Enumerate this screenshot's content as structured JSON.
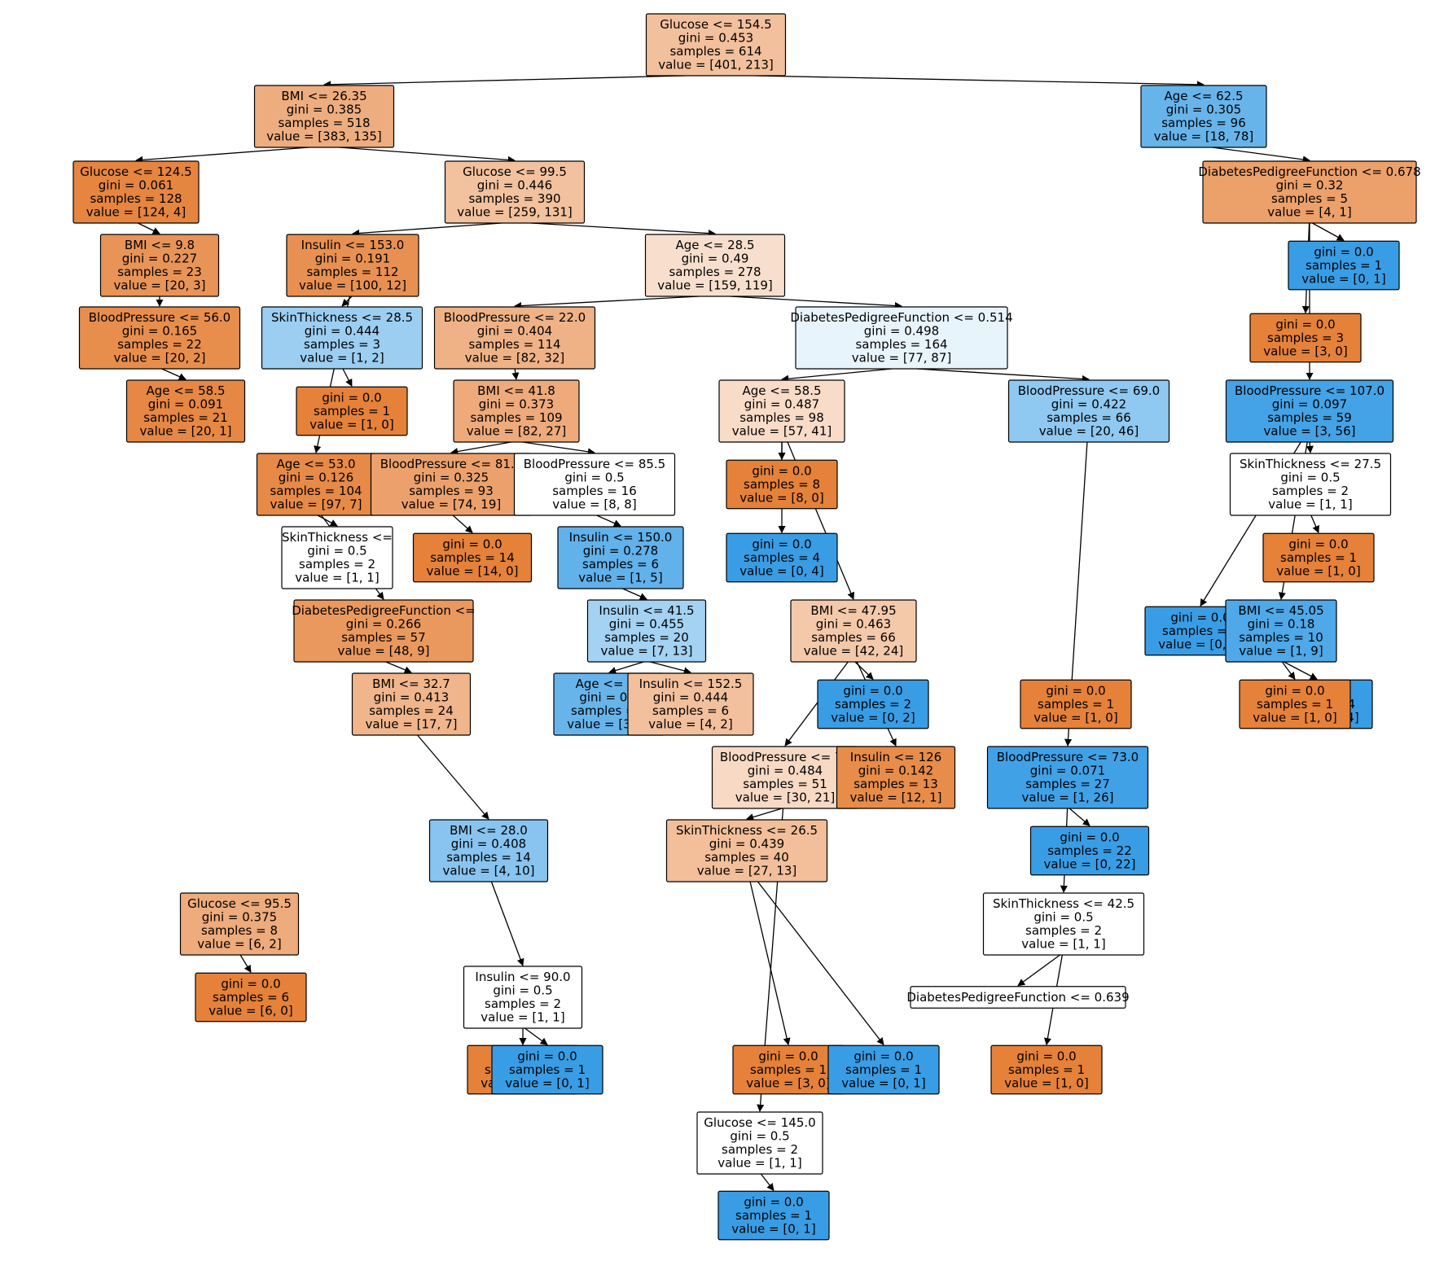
{
  "colors": {
    "orange": "#e58139",
    "blue": "#399de5",
    "white": "#ffffff"
  },
  "nodes": [
    {
      "id": "n0",
      "lines": [
        "Glucose <= 154.5",
        "gini = 0.453",
        "samples = 614",
        "value = [401, 213]"
      ],
      "color": "#f2c09c"
    },
    {
      "id": "n1",
      "lines": [
        "BMI <= 26.35",
        "gini = 0.385",
        "samples = 518",
        "value = [383, 135]"
      ],
      "color": "#eead7f"
    },
    {
      "id": "n2",
      "lines": [
        "Age <= 62.5",
        "gini = 0.305",
        "samples = 96",
        "value = [18, 78]"
      ],
      "color": "#67b4eb"
    },
    {
      "id": "n3",
      "lines": [
        "Glucose <= 124.5",
        "gini = 0.061",
        "samples = 128",
        "value = [124, 4]"
      ],
      "color": "#e6853f"
    },
    {
      "id": "n4",
      "lines": [
        "Glucose <= 99.5",
        "gini = 0.446",
        "samples = 390",
        "value = [259, 131]"
      ],
      "color": "#f2c19d"
    },
    {
      "id": "n5",
      "lines": [
        "Insulin <= 153.0",
        "gini = 0.191",
        "samples = 112",
        "value = [100, 12]"
      ],
      "color": "#e89051"
    },
    {
      "id": "n6",
      "lines": [
        "Age <= 28.5",
        "gini = 0.49",
        "samples = 278",
        "value = [159, 119]"
      ],
      "color": "#f8dfcd"
    },
    {
      "id": "n7",
      "lines": [
        "BloodPressure <= 22.0",
        "gini = 0.404",
        "samples = 114",
        "value = [82, 32]"
      ],
      "color": "#efb286"
    },
    {
      "id": "n8",
      "lines": [
        "DiabetesPedigreeFunction <= 0.514",
        "gini = 0.498",
        "samples = 164",
        "value = [77, 87]"
      ],
      "color": "#e8f4fc"
    },
    {
      "id": "n9",
      "lines": [
        "BMI <= 9.8",
        "gini = 0.227",
        "samples = 23",
        "value = [20, 3]"
      ],
      "color": "#e99457"
    },
    {
      "id": "n10",
      "lines": [
        "BloodPressure <= 56.0",
        "gini = 0.165",
        "samples = 22",
        "value = [20, 2]"
      ],
      "color": "#e88e4d"
    },
    {
      "id": "n11",
      "lines": [
        "Age <= 58.5",
        "gini = 0.091",
        "samples = 21",
        "value = [20, 1]"
      ],
      "color": "#e68743"
    },
    {
      "id": "n12",
      "lines": [
        "SkinThickness <= 28.5",
        "gini = 0.444",
        "samples = 3",
        "value = [1, 2]"
      ],
      "color": "#9ccef2"
    },
    {
      "id": "n13",
      "lines": [
        "gini = 0.0",
        "samples = 1",
        "value = [1, 0]"
      ],
      "color": "#e58139"
    },
    {
      "id": "n14",
      "lines": [
        "Age <= 53.0",
        "gini = 0.126",
        "samples = 104",
        "value = [97, 7]"
      ],
      "color": "#e78a47"
    },
    {
      "id": "n15",
      "lines": [
        "BMI <= 41.8",
        "gini = 0.373",
        "samples = 109",
        "value = [82, 27]"
      ],
      "color": "#eeaa7a"
    },
    {
      "id": "n16",
      "lines": [
        "BloodPressure <= 81.0",
        "gini = 0.325",
        "samples = 93",
        "value = [74, 19]"
      ],
      "color": "#eca16c"
    },
    {
      "id": "n17",
      "lines": [
        "BloodPressure <= 85.5",
        "gini = 0.5",
        "samples = 16",
        "value = [8, 8]"
      ],
      "color": "#ffffff"
    },
    {
      "id": "n18",
      "lines": [
        "SkinThickness <=",
        "gini = 0.5",
        "samples = 2",
        "value = [1, 1]"
      ],
      "color": "#ffffff"
    },
    {
      "id": "n19",
      "lines": [
        "gini = 0.0",
        "samples = 14",
        "value = [14, 0]"
      ],
      "color": "#e58139"
    },
    {
      "id": "n20",
      "lines": [
        "Insulin <= 150.0",
        "gini = 0.278",
        "samples = 6",
        "value = [1, 5]"
      ],
      "color": "#61b1ea"
    },
    {
      "id": "n21",
      "lines": [
        "Insulin <= 41.5",
        "gini = 0.455",
        "samples = 20",
        "value = [7, 13]"
      ],
      "color": "#a4d2f3"
    },
    {
      "id": "n22",
      "lines": [
        "DiabetesPedigreeFunction <=",
        "gini = 0.266",
        "samples = 57",
        "value = [48, 9]"
      ],
      "color": "#ea995e"
    },
    {
      "id": "n23",
      "lines": [
        "Age <= 58.5",
        "gini = 0.487",
        "samples = 98",
        "value = [57, 41]"
      ],
      "color": "#f8dcc8"
    },
    {
      "id": "n24",
      "lines": [
        "BloodPressure <= 69.0",
        "gini = 0.422",
        "samples = 66",
        "value = [20, 46]"
      ],
      "color": "#8fc8f0"
    },
    {
      "id": "n25",
      "lines": [
        "gini = 0.0",
        "samples = 8",
        "value = [8, 0]"
      ],
      "color": "#e58139"
    },
    {
      "id": "n26",
      "lines": [
        "gini = 0.0",
        "samples = 4",
        "value = [0, 4]"
      ],
      "color": "#399de5"
    },
    {
      "id": "n27",
      "lines": [
        "BMI <= 47.95",
        "gini = 0.463",
        "samples = 66",
        "value = [42, 24]"
      ],
      "color": "#f4c9aa"
    },
    {
      "id": "n28",
      "lines": [
        "gini = 0.0",
        "samples = 2",
        "value = [0, 2]"
      ],
      "color": "#399de5"
    },
    {
      "id": "n29",
      "lines": [
        "DiabetesPedigreeFunction <= 0.678",
        "gini = 0.32",
        "samples = 5",
        "value = [4, 1]"
      ],
      "color": "#eca06a"
    },
    {
      "id": "n30",
      "lines": [
        "gini = 0.0",
        "samples = 1",
        "value = [0, 1]"
      ],
      "color": "#399de5"
    },
    {
      "id": "n31",
      "lines": [
        "gini = 0.0",
        "samples = 3",
        "value = [3, 0]"
      ],
      "color": "#e58139"
    },
    {
      "id": "n32",
      "lines": [
        "BloodPressure <= 107.0",
        "gini = 0.097",
        "samples = 59",
        "value = [3, 56]"
      ],
      "color": "#44a2e6"
    },
    {
      "id": "n33",
      "lines": [
        "SkinThickness <= 27.5",
        "gini = 0.5",
        "samples = 2",
        "value = [1, 1]"
      ],
      "color": "#ffffff"
    },
    {
      "id": "n34",
      "lines": [
        "gini = 0.0",
        "samples = 1",
        "value = [1, 0]"
      ],
      "color": "#e58139"
    },
    {
      "id": "n35",
      "lines": [
        "gini = 0.0",
        "samples = 1",
        "value = [0, 1]"
      ],
      "color": "#399de5"
    },
    {
      "id": "n36",
      "lines": [
        "BMI <= 45.05",
        "gini = 0.18",
        "samples = 10",
        "value = [1, 9]"
      ],
      "color": "#4fa8e8"
    },
    {
      "id": "n37",
      "lines": [
        "gini = 0.0",
        "samples = 4",
        "value = [0, 4]"
      ],
      "color": "#399de5"
    },
    {
      "id": "n38",
      "lines": [
        "gini = 0.0",
        "samples = 1",
        "value = [1, 0]"
      ],
      "color": "#e58139"
    },
    {
      "id": "n39",
      "lines": [
        "gini = 0.0",
        "samples = 1",
        "value = [1, 0]"
      ],
      "color": "#e58139"
    },
    {
      "id": "n40",
      "lines": [
        "BMI <= 32.7",
        "gini = 0.413",
        "samples = 24",
        "value = [17, 7]"
      ],
      "color": "#f0b58b"
    },
    {
      "id": "n41",
      "lines": [
        "Age <= 29",
        "gini = 0.3",
        "samples = 4",
        "value = [3, 1]"
      ],
      "color": "#67b4eb"
    },
    {
      "id": "n42",
      "lines": [
        "Insulin <= 152.5",
        "gini = 0.444",
        "samples = 6",
        "value = [4, 2]"
      ],
      "color": "#f2c09c"
    },
    {
      "id": "n43",
      "lines": [
        "BloodPressure <= 79",
        "gini = 0.484",
        "samples = 51",
        "value = [30, 21]"
      ],
      "color": "#f7d9c4"
    },
    {
      "id": "n44",
      "lines": [
        "Insulin <= 126",
        "gini = 0.142",
        "samples = 13",
        "value = [12, 1]"
      ],
      "color": "#e78c49"
    },
    {
      "id": "n45",
      "lines": [
        "BloodPressure <= 73.0",
        "gini = 0.071",
        "samples = 27",
        "value = [1, 26]"
      ],
      "color": "#41a1e6"
    },
    {
      "id": "n46",
      "lines": [
        "SkinThickness <= 26.5",
        "gini = 0.439",
        "samples = 40",
        "value = [27, 13]"
      ],
      "color": "#f2bf9a"
    },
    {
      "id": "n47",
      "lines": [
        "gini = 0.0",
        "samples = 22",
        "value = [0, 22]"
      ],
      "color": "#399de5"
    },
    {
      "id": "n48",
      "lines": [
        "BMI <= 28.0",
        "gini = 0.408",
        "samples = 14",
        "value = [4, 10]"
      ],
      "color": "#88c4ef"
    },
    {
      "id": "n49",
      "lines": [
        "Glucose <= 95.5",
        "gini = 0.375",
        "samples = 8",
        "value = [6, 2]"
      ],
      "color": "#eeab7b"
    },
    {
      "id": "n50",
      "lines": [
        "gini = 0.0",
        "samples = 6",
        "value = [6, 0]"
      ],
      "color": "#e58139"
    },
    {
      "id": "n51",
      "lines": [
        "SkinThickness <= 42.5",
        "gini = 0.5",
        "samples = 2",
        "value = [1, 1]"
      ],
      "color": "#ffffff"
    },
    {
      "id": "n52",
      "lines": [
        "Insulin <= 90.0",
        "gini = 0.5",
        "samples = 2",
        "value = [1, 1]"
      ],
      "color": "#ffffff"
    },
    {
      "id": "n53",
      "lines": [
        "gini = 0.0",
        "samples = 1",
        "value = [1, 0]"
      ],
      "color": "#e58139"
    },
    {
      "id": "n54",
      "lines": [
        "gini = 0.0",
        "samples = 1",
        "value = [0, 1]"
      ],
      "color": "#399de5"
    },
    {
      "id": "n55",
      "lines": [
        "gini = 0.0",
        "samples = 1",
        "value = [3, 0]"
      ],
      "color": "#e58139"
    },
    {
      "id": "n56",
      "lines": [
        "gini = 0.0",
        "samples = 1",
        "value = [0, 1]"
      ],
      "color": "#399de5"
    },
    {
      "id": "n57",
      "lines": [
        "gini = 0.0",
        "samples = 1",
        "value = [1, 0]"
      ],
      "color": "#e58139"
    },
    {
      "id": "n58",
      "lines": [
        "Glucose <= 145.0",
        "gini = 0.5",
        "samples = 2",
        "value = [1, 1]"
      ],
      "color": "#ffffff"
    },
    {
      "id": "n59",
      "lines": [
        "gini = 0.0",
        "samples = 1",
        "value = [0, 1]"
      ],
      "color": "#399de5"
    },
    {
      "id": "n60",
      "lines": [
        "DiabetesPedigreeFunction <= 0.639"
      ],
      "color": "#ffffff"
    }
  ],
  "edges": [
    [
      "n0",
      "n1"
    ],
    [
      "n0",
      "n2"
    ],
    [
      "n1",
      "n3"
    ],
    [
      "n1",
      "n4"
    ],
    [
      "n4",
      "n5"
    ],
    [
      "n4",
      "n6"
    ],
    [
      "n6",
      "n7"
    ],
    [
      "n6",
      "n8"
    ],
    [
      "n3",
      "n9"
    ],
    [
      "n9",
      "n10"
    ],
    [
      "n10",
      "n11"
    ],
    [
      "n5",
      "n12"
    ],
    [
      "n12",
      "n13"
    ],
    [
      "n5",
      "n14"
    ],
    [
      "n7",
      "n15"
    ],
    [
      "n15",
      "n16"
    ],
    [
      "n15",
      "n17"
    ],
    [
      "n14",
      "n18"
    ],
    [
      "n16",
      "n19"
    ],
    [
      "n17",
      "n20"
    ],
    [
      "n20",
      "n21"
    ],
    [
      "n14",
      "n22"
    ],
    [
      "n8",
      "n23"
    ],
    [
      "n8",
      "n24"
    ],
    [
      "n23",
      "n25"
    ],
    [
      "n23",
      "n26"
    ],
    [
      "n23",
      "n27"
    ],
    [
      "n27",
      "n28"
    ],
    [
      "n2",
      "n29"
    ],
    [
      "n29",
      "n30"
    ],
    [
      "n29",
      "n31"
    ],
    [
      "n29",
      "n32"
    ],
    [
      "n32",
      "n33"
    ],
    [
      "n33",
      "n34"
    ],
    [
      "n32",
      "n35"
    ],
    [
      "n32",
      "n36"
    ],
    [
      "n36",
      "n38"
    ],
    [
      "n36",
      "n37"
    ],
    [
      "n22",
      "n40"
    ],
    [
      "n21",
      "n41"
    ],
    [
      "n21",
      "n42"
    ],
    [
      "n27",
      "n43"
    ],
    [
      "n27",
      "n44"
    ],
    [
      "n24",
      "n45"
    ],
    [
      "n43",
      "n46"
    ],
    [
      "n45",
      "n47"
    ],
    [
      "n40",
      "n48"
    ],
    [
      "n49",
      "n50"
    ],
    [
      "n45",
      "n51"
    ],
    [
      "n48",
      "n52"
    ],
    [
      "n52",
      "n53"
    ],
    [
      "n52",
      "n54"
    ],
    [
      "n46",
      "n55"
    ],
    [
      "n46",
      "n56"
    ],
    [
      "n51",
      "n57"
    ],
    [
      "n43",
      "n58"
    ],
    [
      "n58",
      "n59"
    ],
    [
      "n51",
      "n60"
    ]
  ]
}
